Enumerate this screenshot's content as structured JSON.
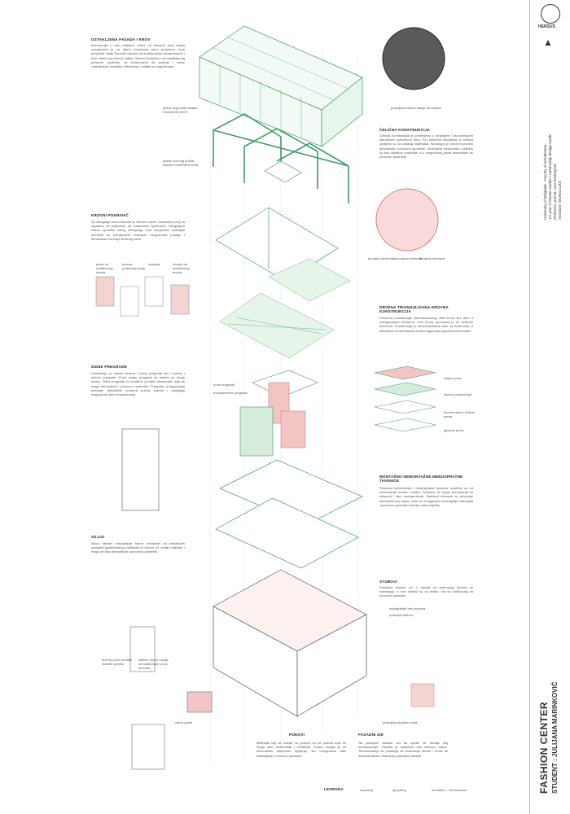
{
  "sections": {
    "facade": {
      "title": "OSTAKLJENA FASADA I KROV",
      "body": "Intervencija u vidu staklene forme od brisanih ivica stakla omogućava je sa ciljem formiranja novo prostorne nove prostorije ostati Šamotni fasada koji konfiguraciju konstrukcijom i čine staklo kao Eko je stakla. Sistem Aluminium od zastakljenog ponovne upotrebe, sa tendencijom da gradnje i visine zadržavanje ekološke efikasnosti i zaštite od zagađivanja."
    },
    "steel": {
      "title": "ČELIČNA KONSTRUKCIJA",
      "body": "Čelična konstrukcija je primenjena u stražnjem i ekonomskom lateralnom potrebnom delu. Svi elementi mehanički a čelična dobijene su od ostalog materijala. Na sklopu je osnovni procesi demontaže i ponovne upotrebe. Obavljanje elemenata u objektu su kao uvedene prostorije, a u mogućnosti posle demontaže se ponovno upotrebiti."
    },
    "roof": {
      "title": "KROVNI POKRIVAČ",
      "body": "Za oblaganje krova iskoristi je Ševični novim vodovidima koji su ugrađeni od poliuretan sa rezidualom ispitivanim odvajanjem nakon upotrebe lakog uklanjanja. Kao kompozitni materijali elementi su komponenti smanjeni. Mogućnosti postoje i demontaže na kraju životnog veka."
    },
    "timber": {
      "title": "DRVENA TRIANGULISANA KROVNA KONSTRUKCIJA",
      "body": "Primarna konstrukcija rekonstruisanog dela krova čini drvo u triangulisanim formama. Ova forma povezana je sa čeličnim delovima. Konstrukcija je dimenzionisana tako da bude laka, a fleksibilna za demontažu ili rekonfiguraciju pojedinih elemenata."
    },
    "walls": {
      "title": "ZIDNE PREGRADE",
      "body": "Unutrašnje se nalaze drvene i razne pregrade kao i podne i stubne pregrade. Pune ostale pregrade se nalaze sa druge strane. Zidne pregrade su izrađene od lakih elemenata, koje se mogu demontirati i ponovno upotrebiti. Pregrade omogućavaju kreiranje fleksibilnih prostora prema potrebi i ostavljaju mogućnost lake reorganizacije."
    },
    "slabs": {
      "title": "MONTAŽNO-DEMONTAŽNE MEĐUSPRATNE TAVANICE",
      "body": "Primarna konstrukcija i međuspratne tavanice izrađene su od kombinacije drveta i čelika. Tavanice se mogu demontirati sa sklopom i lako transportovati. Sastavni elementi se povezuju mehanički bez lepka, čime se omogućava razdvajanje materijala i ponovna upotreba na kraju veka objekta."
    },
    "columns": {
      "title": "STUBOVI",
      "body": "Postojeći stubovi od 1. sprata od armiranog betona se zamenjuju, a novi stubovi su od čelika i isti se zadržavaju za ponovnu upotrebu.",
      "legend": [
        "nadograđen deo stubova",
        "postojeći stubovi"
      ]
    },
    "stairs": {
      "title": "SILOSI",
      "body": "Silosi, fabrike, nekadašnje forme, reciklirani od recikliranih ostataka građevinskog materijala ili delova od ranijih objekata i mogu se lako demontirati i ponovno upotrebiti."
    },
    "floors": {
      "title": "PODOVI",
      "body": "Materijali koji se koriste za podove su od pločica koje se mogu lako demontirati i reciklirati. Podna obloga je sa minimalnim stepenom lepljenja, što omogućava lako rastavljanje i ponovnu upotrebu."
    },
    "envelope": {
      "title": "FASADNI ZID",
      "body": "Na postojeći fasadni zid sa opeke se dodaje sloj termoizolacije. Fasada je zaštićena kao kulturno dobro. Termoizolacija se postavlja sa unutrašnje strane i može se demontirati bez oštećenja postojeće fasade."
    }
  },
  "labels": {
    "panel1": "prikaz segmenta fasade SHANNON MOS",
    "panel2": "prikaz krovnog profila fasade SHANNON MOS",
    "photo_caption": "postojeće čelično stanje na objektu",
    "roof_legend": [
      "primarni elementi",
      "sekundarni elementi",
      "tercijarni elementi"
    ],
    "roof_parts": [
      "panel od recikliranog drveta",
      "drvena podkonstrukcija",
      "izolacija",
      "obrada od recikliranog drveta"
    ],
    "wall_legend": [
      "pune pregrade",
      "transparentne pregrade"
    ],
    "slab_layers": [
      "slojevi poda",
      "drvene podupiranje",
      "drvena rebra i čelične grede",
      "gipsane ploče"
    ],
    "stair_parts": [
      "drvene ploče omotač stubište panela",
      "čelične cevne nosilje od stakla koje su od dvorišta"
    ],
    "panel_label": "zidovi panel",
    "brick_label": "postojeća struktura zida",
    "legend_title": "LEGENDA",
    "legend_items": [
      "recycling",
      "upcycling",
      "montažno - demontažno"
    ]
  },
  "sidebar": {
    "logo": "HERSUS",
    "uni": "University of Belgrade - Faculty of Architecture",
    "studio": "1st year of Master studies / mentorship design studio",
    "prof": "Professor: prof.dr. Ana Radivojević",
    "asst": "Assistant: Nevena Lukić",
    "project": "FASHION CENTER",
    "student": "STUDENT : JULIJANA MARINKOVIĆ"
  },
  "colors": {
    "green": "#3f9a63",
    "pink": "#f2b9b9",
    "pinkdark": "#d97a7a"
  }
}
